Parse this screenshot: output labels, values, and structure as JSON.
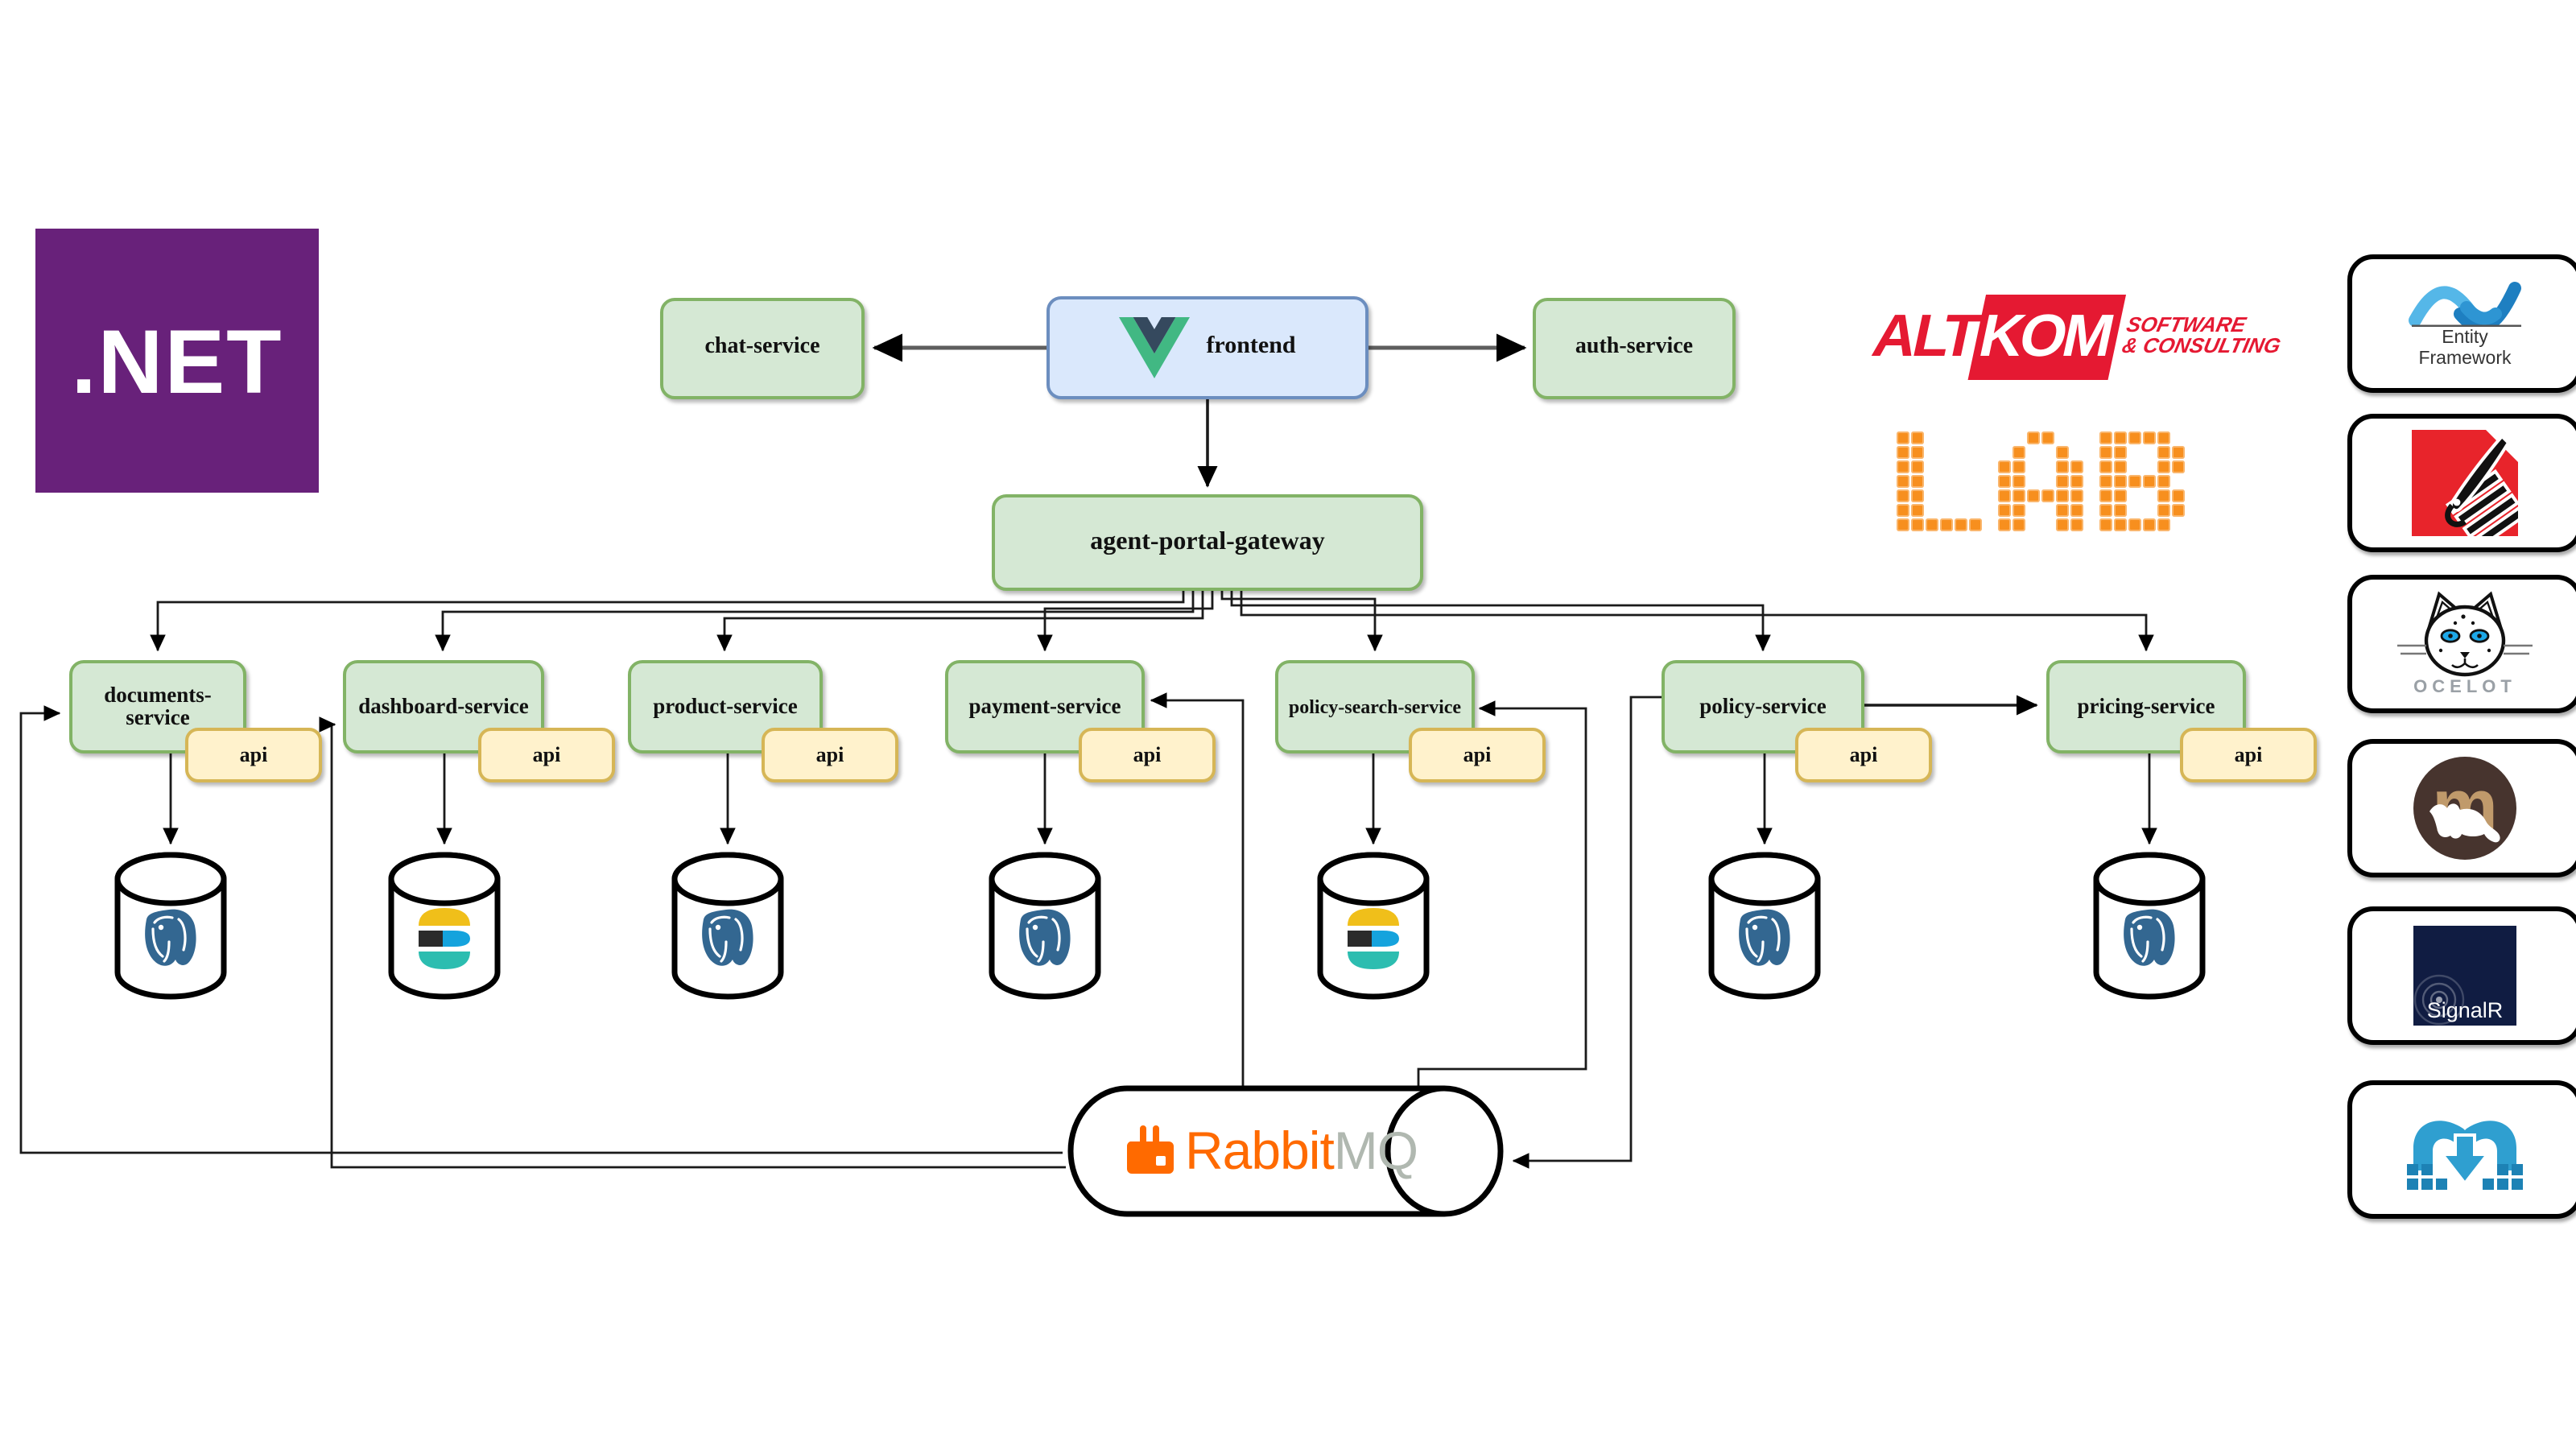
{
  "nodes": {
    "chat": "chat-service",
    "frontend": "frontend",
    "auth": "auth-service",
    "gateway": "agent-portal-gateway"
  },
  "api_label": "api",
  "services": [
    {
      "label": "documents-service",
      "db": "postgresql"
    },
    {
      "label": "dashboard-service",
      "db": "elasticsearch"
    },
    {
      "label": "product-service",
      "db": "postgresql"
    },
    {
      "label": "payment-service",
      "db": "postgresql"
    },
    {
      "label": "policy-search-service",
      "db": "elasticsearch"
    },
    {
      "label": "policy-service",
      "db": "postgresql"
    },
    {
      "label": "pricing-service",
      "db": "postgresql"
    }
  ],
  "queue": {
    "rabbit": "Rabbit",
    "mq": "MQ"
  },
  "logos": {
    "dotnet": ".NET",
    "altkom": {
      "alt": "ALT",
      "kom": "KOM",
      "line1": "SOFTWARE",
      "line2": "& CONSULTING"
    },
    "lab": {
      "text": "LAB",
      "rows": [
        "XX.......XX...XXXXX.",
        "XX......X..X..XX..XX",
        "XX.....XX..XX.XX..XX",
        "XX.....XX..XX.XXXXX.",
        "XX.....XXXXXX.XX..XX",
        "XX.....XX..XX.XX..XX",
        "XXXXXX.XX..XX.XXXXX."
      ]
    }
  },
  "stack": [
    {
      "name": "Entity Framework",
      "caption": "Entity Framework"
    },
    {
      "name": "Dapper"
    },
    {
      "name": "Ocelot",
      "caption": "OCELOT"
    },
    {
      "name": "MediatR",
      "letter": "m"
    },
    {
      "name": "SignalR",
      "caption": "SignalR"
    },
    {
      "name": "MassTransit"
    }
  ],
  "edges": [
    "frontend->chat-service",
    "frontend->auth-service",
    "frontend->agent-portal-gateway",
    "agent-portal-gateway->documents-service",
    "agent-portal-gateway->dashboard-service",
    "agent-portal-gateway->product-service",
    "agent-portal-gateway->payment-service",
    "agent-portal-gateway->policy-search-service",
    "agent-portal-gateway->policy-service",
    "agent-portal-gateway->pricing-service",
    "policy-service->pricing-service",
    "documents-service->db",
    "dashboard-service->db",
    "product-service->db",
    "payment-service->db",
    "policy-search-service->db",
    "policy-service->db",
    "pricing-service->db",
    "rabbitmq->documents-service",
    "rabbitmq->dashboard-service",
    "rabbitmq->payment-service",
    "rabbitmq->policy-search-service",
    "policy-service->rabbitmq"
  ],
  "colors": {
    "service_fill": "#d5e8d4",
    "service_border": "#82b366",
    "frontend_fill": "#dae8fc",
    "frontend_border": "#6c8ebf",
    "api_fill": "#fff2cc",
    "api_border": "#d6b656",
    "dotnet_purple": "#68217a",
    "altkom_red": "#e51932",
    "lab_orange": "#f78f1e",
    "rabbit_orange": "#ff6a00",
    "vue_green": "#41b883",
    "vue_dark": "#35495e",
    "postgres_blue": "#336791",
    "elastic_yellow": "#f0bf1a",
    "elastic_blue": "#15a3dd",
    "elastic_teal": "#2cbdb0"
  }
}
